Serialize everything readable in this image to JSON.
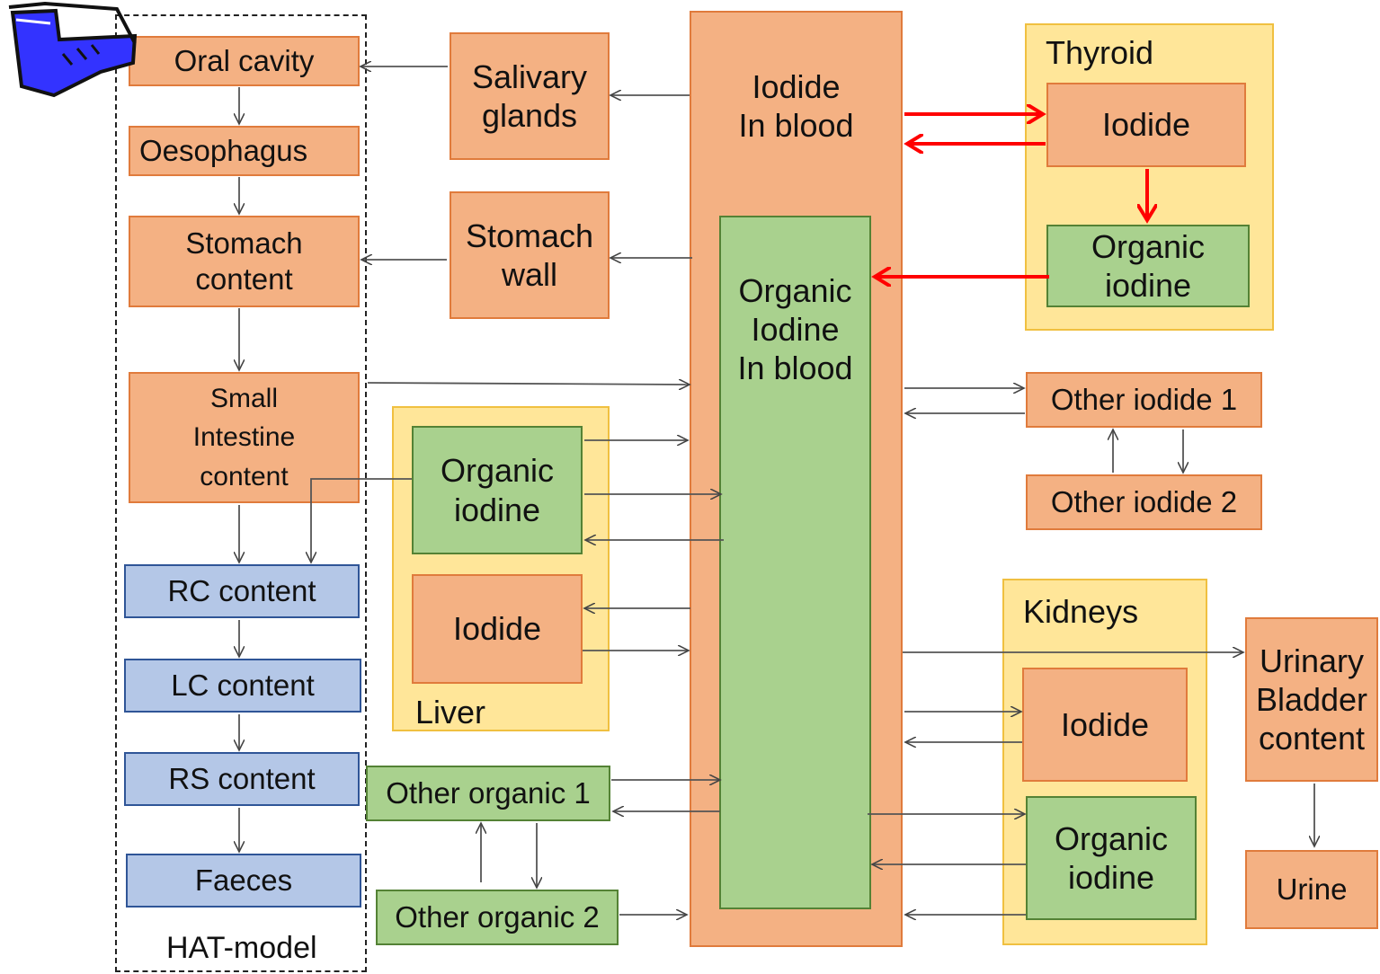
{
  "hat": {
    "label": "HAT-model",
    "icon": "flask-icon"
  },
  "gut": {
    "oral_cavity": "Oral cavity",
    "oesophagus": "Oesophagus",
    "stomach_content": [
      "Stomach",
      "content"
    ],
    "small_intestine": [
      "Small",
      "Intestine",
      "content"
    ],
    "rc": "RC content",
    "lc": "LC content",
    "rs": "RS content",
    "faeces": "Faeces"
  },
  "middle": {
    "salivary": [
      "Salivary",
      "glands"
    ],
    "stomach_wall": [
      "Stomach",
      "wall"
    ],
    "liver": {
      "label": "Liver",
      "organic": [
        "Organic",
        "iodine"
      ],
      "iodide": "Iodide"
    },
    "other_organic_1": "Other organic 1",
    "other_organic_2": "Other organic 2"
  },
  "blood": {
    "iodide": [
      "Iodide",
      "In blood"
    ],
    "organic": [
      "Organic",
      "Iodine",
      "In blood"
    ]
  },
  "thyroid": {
    "label": "Thyroid",
    "iodide": "Iodide",
    "organic": [
      "Organic",
      "iodine"
    ]
  },
  "other_iodide_1": "Other iodide 1",
  "other_iodide_2": "Other iodide 2",
  "kidneys": {
    "label": "Kidneys",
    "iodide": "Iodide",
    "organic": [
      "Organic",
      "iodine"
    ]
  },
  "bladder": [
    "Urinary",
    "Bladder",
    "content"
  ],
  "urine": "Urine",
  "colors": {
    "orange": "#f4b183",
    "green": "#a9d18e",
    "blue": "#b4c7e7",
    "yellow": "#ffe699",
    "red": "#ff0000"
  }
}
